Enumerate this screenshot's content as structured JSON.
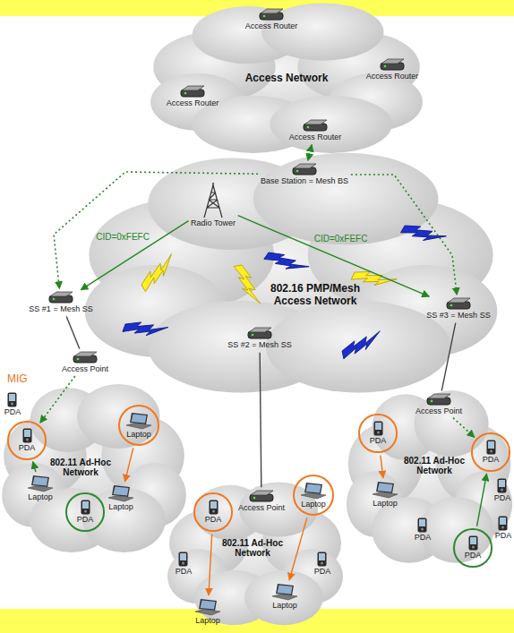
{
  "diagram": {
    "nodes": [
      {
        "text": [
          "Access Network"
        ]
      },
      {
        "text": [
          "Access Router"
        ],
        "in": 0
      },
      {
        "text": [
          "Access Router"
        ],
        "in": 0
      },
      {
        "text": [
          "Access Router"
        ],
        "in": 0
      },
      {
        "text": [
          "Access Router"
        ],
        "in": 0
      },
      {
        "text": [
          "802.16 PMP/Mesh Access Network"
        ]
      },
      {
        "text": [
          "Base Station = Mesh BS"
        ],
        "in": 5
      },
      {
        "text": [
          "Radio Tower"
        ],
        "in": 5
      },
      {
        "text": [
          "SS #1 = Mesh SS"
        ],
        "in": 5
      },
      {
        "text": [
          "SS #2 = Mesh SS"
        ],
        "in": 5
      },
      {
        "text": [
          "SS #3 = Mesh SS"
        ],
        "in": 5
      },
      {
        "text": [
          "802.11 Ad-Hoc Network"
        ]
      },
      {
        "text": [
          "Access Point"
        ],
        "in": 11
      },
      {
        "text": [
          "PDA"
        ],
        "in": 11
      },
      {
        "text": [
          "Laptop"
        ],
        "in": 11
      },
      {
        "text": [
          "PDA"
        ],
        "in": 11
      },
      {
        "text": [
          "Laptop"
        ],
        "in": 11
      },
      {
        "text": [
          "Laptop"
        ],
        "in": 11
      },
      {
        "text": [
          "PDA"
        ],
        "in": 11
      },
      {
        "text": [
          "802.11 Ad-Hoc Network"
        ]
      },
      {
        "text": [
          "Access Point"
        ],
        "in": 19
      },
      {
        "text": [
          "PDA"
        ],
        "in": 19
      },
      {
        "text": [
          "Laptop"
        ],
        "in": 19
      },
      {
        "text": [
          "PDA"
        ],
        "in": 19
      },
      {
        "text": [
          "Laptop"
        ],
        "in": 19
      },
      {
        "text": [
          "Laptop"
        ],
        "in": 19
      },
      {
        "text": [
          "PDA"
        ],
        "in": 19
      },
      {
        "text": [
          "802.11 Ad-Hoc Network"
        ]
      },
      {
        "text": [
          "Access Point"
        ],
        "in": 27
      },
      {
        "text": [
          "PDA"
        ],
        "in": 27
      },
      {
        "text": [
          "PDA"
        ],
        "in": 27
      },
      {
        "text": [
          "Laptop"
        ],
        "in": 27
      },
      {
        "text": [
          "PDA"
        ],
        "in": 27
      },
      {
        "text": [
          "PDA"
        ],
        "in": 27
      },
      {
        "text": [
          "PDA"
        ],
        "in": 27
      },
      {
        "text": [
          "PDA"
        ],
        "in": 27
      }
    ],
    "edges": [
      {
        "from": 4,
        "to": 6,
        "arrow": "both"
      },
      {
        "from": 7,
        "to": 8,
        "label": "CID=0xFEFC",
        "arrow": "to"
      },
      {
        "from": 7,
        "to": 10,
        "label": "CID=0xFEFC",
        "arrow": "to"
      },
      {
        "from": 6,
        "to": 8,
        "arrow": "to"
      },
      {
        "from": 6,
        "to": 10,
        "arrow": "to"
      },
      {
        "from": 8,
        "to": 12,
        "arrow": "none"
      },
      {
        "from": 12,
        "to": 13,
        "arrow": "to"
      },
      {
        "from": 9,
        "to": 20,
        "arrow": "none"
      },
      {
        "from": 10,
        "to": 28,
        "arrow": "none"
      },
      {
        "from": 28,
        "to": 30,
        "arrow": "to"
      },
      {
        "from": 16,
        "to": 13,
        "arrow": "to"
      },
      {
        "from": 14,
        "to": 17,
        "arrow": "to"
      },
      {
        "from": 21,
        "to": 24,
        "arrow": "to"
      },
      {
        "from": 22,
        "to": 25,
        "arrow": "to"
      },
      {
        "from": 29,
        "to": 31,
        "arrow": "to"
      },
      {
        "from": 33,
        "to": 30,
        "arrow": "to"
      }
    ],
    "labels": [
      "MIG"
    ]
  }
}
